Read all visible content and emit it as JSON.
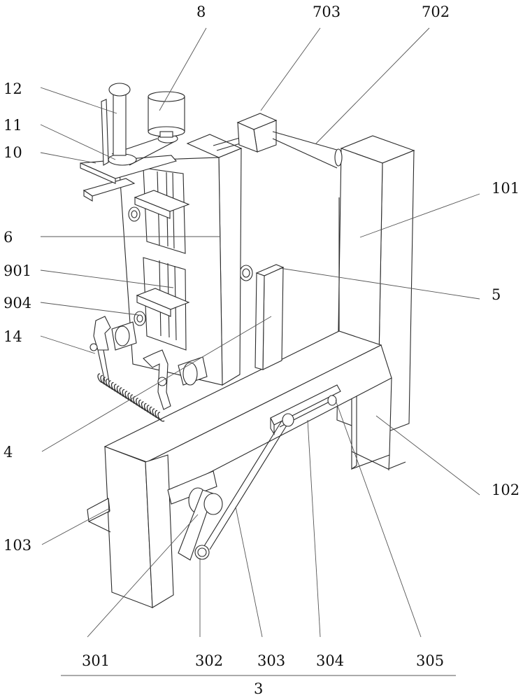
{
  "figure": {
    "type": "patent-line-drawing",
    "description": "Isometric view of a mechanical assembly with numbered reference labels"
  },
  "labels": {
    "l8": "8",
    "l703": "703",
    "l702": "702",
    "l12": "12",
    "l11": "11",
    "l10": "10",
    "l101": "101",
    "l6": "6",
    "l901": "901",
    "l5": "5",
    "l904": "904",
    "l14": "14",
    "l4": "4",
    "l102": "102",
    "l103": "103",
    "l301": "301",
    "l302": "302",
    "l303": "303",
    "l304": "304",
    "l305": "305",
    "l3": "3"
  },
  "components": [
    {
      "ref": "3",
      "group": [
        "301",
        "302",
        "303",
        "304",
        "305"
      ]
    },
    {
      "ref": "4"
    },
    {
      "ref": "5"
    },
    {
      "ref": "6"
    },
    {
      "ref": "8"
    },
    {
      "ref": "10"
    },
    {
      "ref": "11"
    },
    {
      "ref": "12"
    },
    {
      "ref": "14"
    },
    {
      "ref": "101"
    },
    {
      "ref": "102"
    },
    {
      "ref": "103"
    },
    {
      "ref": "702"
    },
    {
      "ref": "703"
    },
    {
      "ref": "901"
    },
    {
      "ref": "904"
    }
  ]
}
